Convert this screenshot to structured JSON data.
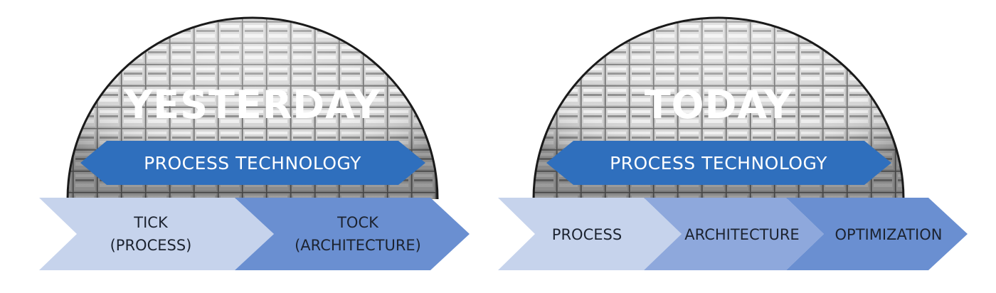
{
  "colors": {
    "band": "#2f6fbd",
    "chevron_light": "#c6d3ec",
    "chevron_mid": "#8ea8dc",
    "chevron_dark": "#6a8fd1",
    "wafer_light": "#c9c9c9",
    "wafer_dark": "#2a2a2a"
  },
  "yesterday": {
    "title": "YESTERDAY",
    "band_label": "PROCESS TECHNOLOGY",
    "steps": [
      {
        "line1": "TICK",
        "line2": "(PROCESS)"
      },
      {
        "line1": "TOCK",
        "line2": "(ARCHITECTURE)"
      }
    ]
  },
  "today": {
    "title": "TODAY",
    "band_label": "PROCESS TECHNOLOGY",
    "steps": [
      {
        "line1": "PROCESS"
      },
      {
        "line1": "ARCHITECTURE"
      },
      {
        "line1": "OPTIMIZATION"
      }
    ]
  }
}
